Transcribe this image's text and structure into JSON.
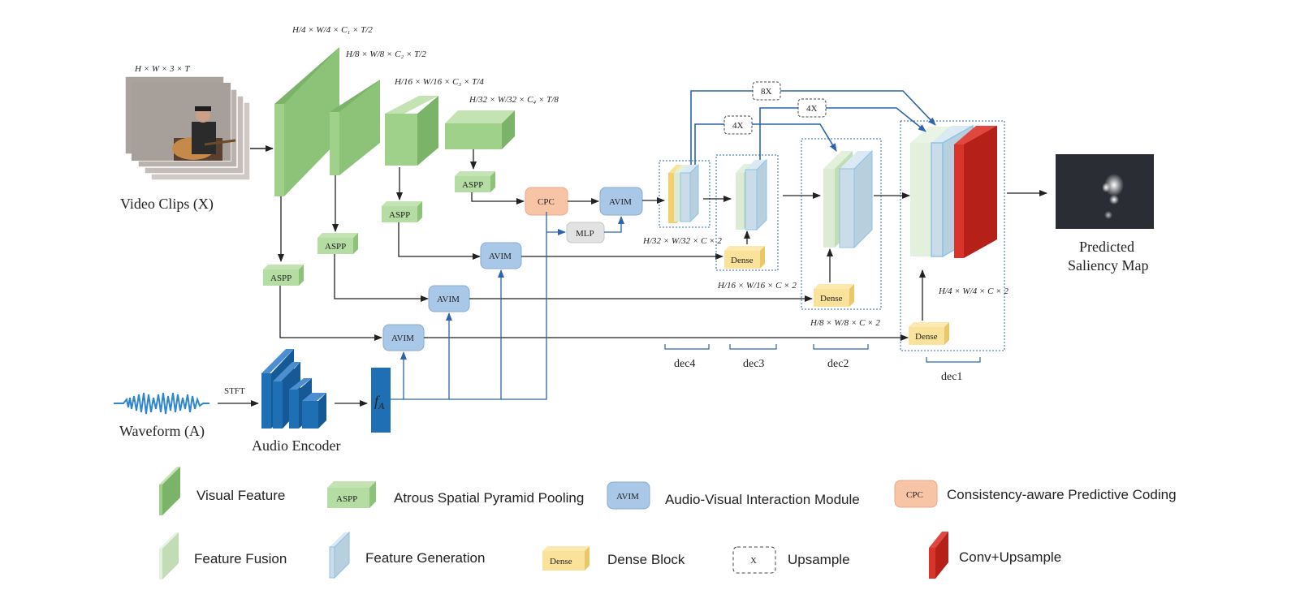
{
  "labels": {
    "video_clips": "Video Clips (X)",
    "waveform": "Waveform (A)",
    "audio_encoder": "Audio Encoder",
    "stft": "STFT",
    "fa": "f",
    "fa_sub": "A",
    "predicted_line1": "Predicted",
    "predicted_line2": "Saliency Map",
    "dec4": "dec4",
    "dec3": "dec3",
    "dec2": "dec2",
    "dec1": "dec1"
  },
  "dims": {
    "input": "H × W × 3 × T",
    "f1": "H/4 × W/4 × C₁ × T/2",
    "f2": "H/8 × W/8 × C₂ × T/2",
    "f3": "H/16 × W/16 × C₃ × T/4",
    "f4": "H/32 × W/32 × C₄ × T/8",
    "d4": "H/32 × W/32 × C × 2",
    "d3": "H/16 × W/16 × C × 2",
    "d2": "H/8 × W/8 × C × 2",
    "d1": "H/4 × W/4 × C × 2"
  },
  "modules": {
    "aspp": "ASPP",
    "avim": "AVIM",
    "cpc": "CPC",
    "mlp": "MLP",
    "dense": "Dense",
    "up8": "8X",
    "up4a": "4X",
    "up4b": "4X"
  },
  "legend": {
    "visual_feature": "Visual Feature",
    "aspp_icon": "ASPP",
    "aspp": "Atrous Spatial Pyramid Pooling",
    "avim_icon": "AVIM",
    "avim": "Audio-Visual Interaction Module",
    "cpc_icon": "CPC",
    "cpc": "Consistency-aware Predictive Coding",
    "feature_fusion": "Feature Fusion",
    "feature_generation": "Feature Generation",
    "dense_icon": "Dense",
    "dense": "Dense Block",
    "x_icon": "X",
    "upsample": "Upsample",
    "conv_upsample": "Conv+Upsample"
  },
  "colors": {
    "green_front": "#9fd18a",
    "green_side": "#7bb468",
    "green_top": "#c3e4b2",
    "fusion_front": "#e3f0dc",
    "gen_front": "#c9dce8",
    "gen_border": "#8ec3e6",
    "avim": "#a9c8e8",
    "cpc": "#f8c4a6",
    "mlp": "#e2e2e2",
    "dense": "#fbe29a",
    "conv": "#c9231b",
    "audio_blue": "#1f6fb4",
    "arrow_blue": "#2a63b0"
  }
}
